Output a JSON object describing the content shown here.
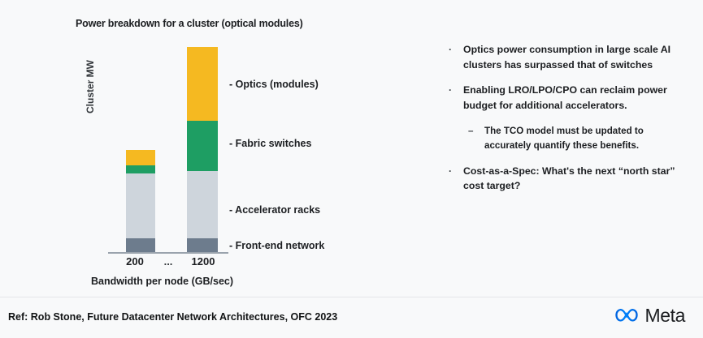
{
  "chart_data": {
    "type": "bar",
    "subtype": "stacked",
    "title": "Power breakdown for a cluster (optical modules)",
    "xlabel": "Bandwidth per node (GB/sec)",
    "ylabel": "Cluster MW",
    "categories": [
      "200",
      "...",
      "1200"
    ],
    "tick_labels": [
      "200",
      "...",
      "1200"
    ],
    "grid": false,
    "legend_position": "right-callout",
    "series": [
      {
        "name": "Front-end network",
        "color": "#6d7c8d",
        "values": [
          18,
          null,
          18
        ]
      },
      {
        "name": "Accelerator racks",
        "color": "#ced5dc",
        "values": [
          80,
          null,
          83
        ]
      },
      {
        "name": "Fabric switches",
        "color": "#1e9e63",
        "values": [
          10,
          null,
          62
        ]
      },
      {
        "name": "Optics (modules)",
        "color": "#f5b921",
        "values": [
          19,
          null,
          91
        ]
      }
    ],
    "bars": [
      {
        "category": "200",
        "total": 127,
        "segments": [
          {
            "name": "Optics (modules)",
            "value": 19,
            "color": "#f5b921"
          },
          {
            "name": "Fabric switches",
            "value": 10,
            "color": "#1e9e63"
          },
          {
            "name": "Accelerator racks",
            "value": 80,
            "color": "#ced5dc"
          },
          {
            "name": "Front-end network",
            "value": 18,
            "color": "#6d7c8d"
          }
        ]
      },
      {
        "category": "1200",
        "total": 254,
        "segments": [
          {
            "name": "Optics (modules)",
            "value": 91,
            "color": "#f5b921"
          },
          {
            "name": "Fabric switches",
            "value": 62,
            "color": "#1e9e63"
          },
          {
            "name": "Accelerator racks",
            "value": 83,
            "color": "#ced5dc"
          },
          {
            "name": "Front-end network",
            "value": 18,
            "color": "#6d7c8d"
          }
        ]
      }
    ],
    "callout_labels": [
      "- Optics (modules)",
      "- Fabric switches",
      "- Accelerator racks",
      "- Front-end network"
    ]
  },
  "chart": {
    "title": "Power breakdown for a cluster (optical modules)",
    "y_axis_label": "Cluster MW",
    "x_axis_label": "Bandwidth per node (GB/sec)",
    "ticks": {
      "left": "200",
      "middle": "...",
      "right": "1200"
    },
    "labels": {
      "optics": "- Optics (modules)",
      "fabric": "- Fabric switches",
      "accelerator": "- Accelerator racks",
      "frontend": "- Front-end network"
    },
    "colors": {
      "optics": "#f5b921",
      "fabric": "#1e9e63",
      "accelerator": "#ced5dc",
      "frontend": "#6d7c8d",
      "axis": "#9aa3ad"
    }
  },
  "bullets": [
    {
      "marker": "·",
      "level": 1,
      "text": "Optics power consumption in large scale AI clusters has surpassed that of switches"
    },
    {
      "marker": "·",
      "level": 1,
      "text": "Enabling LRO/LPO/CPO can reclaim power budget for additional accelerators."
    },
    {
      "marker": "–",
      "level": 2,
      "text": "The TCO model must be updated to accurately quantify these benefits."
    },
    {
      "marker": "·",
      "level": 1,
      "text": "Cost-as-a-Spec: What's the next “north star” cost target?"
    }
  ],
  "footer": {
    "reference": "Ref: Rob Stone, Future Datacenter Network Architectures, OFC 2023",
    "brand": "Meta",
    "brand_color": "#0081fb"
  }
}
